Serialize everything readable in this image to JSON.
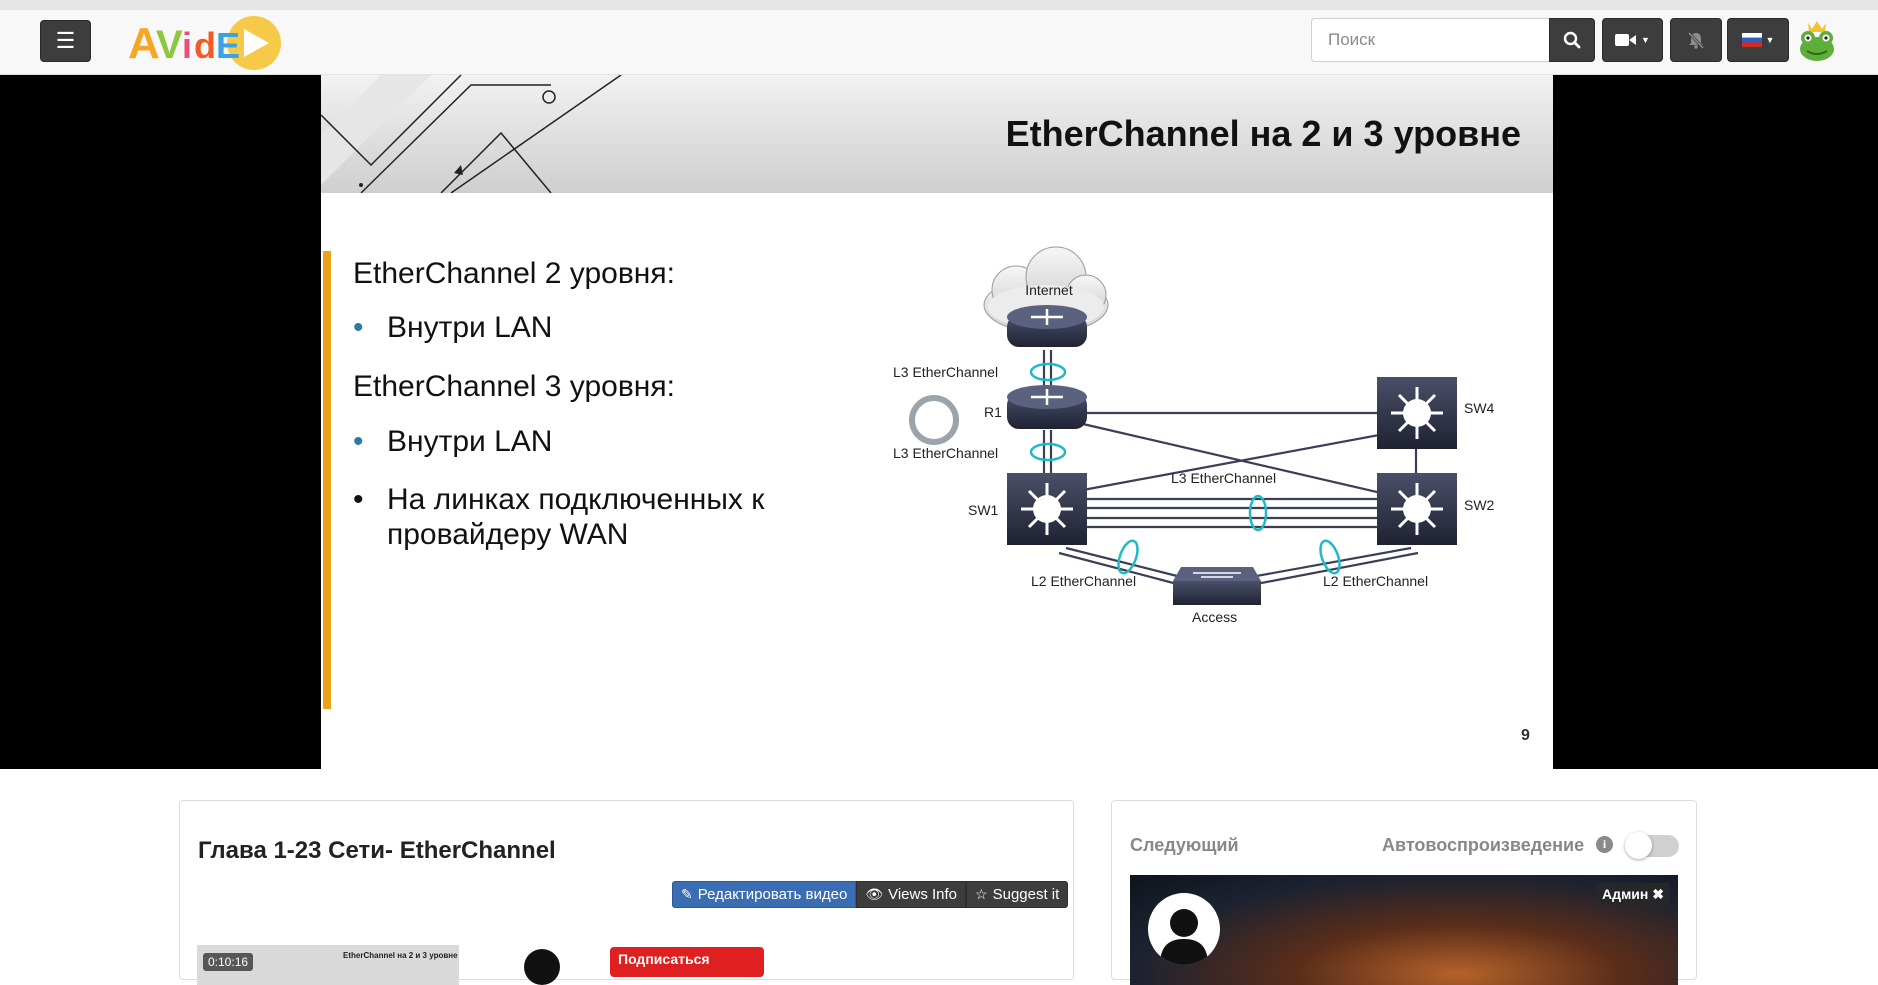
{
  "navbar": {
    "menu_icon": "hamburger-icon",
    "logo_text": "AVidE",
    "search": {
      "placeholder": "Поиск",
      "value": ""
    },
    "search_icon": "search-icon",
    "camera_icon": "video-camera-icon",
    "bell_icon": "bell-slash-icon",
    "language_flag": "russia-flag-icon",
    "profile_icon": "frog-avatar-icon"
  },
  "slide": {
    "title": "EtherChannel на 2 и 3 уровне",
    "l2_heading": "EtherChannel 2 уровня:",
    "l2_bullet": "Внутри LAN",
    "l3_heading": "EtherChannel 3 уровня:",
    "l3_bullet_1": "Внутри LAN",
    "l3_bullet_2_line1": "На линках подключенных к",
    "l3_bullet_2_line2": "провайдеру WAN",
    "page_number": "9",
    "diagram": {
      "internet": "Internet",
      "l3_top": "L3 EtherChannel",
      "r1": "R1",
      "l3_mid": "L3 EtherChannel",
      "sw4": "SW4",
      "l3_center": "L3 EtherChannel",
      "sw1": "SW1",
      "sw2": "SW2",
      "l2_left": "L2 EtherChannel",
      "l2_right": "L2 EtherChannel",
      "access": "Access"
    }
  },
  "video": {
    "title": "Глава 1-23 Сети- EtherChannel",
    "edit_label": "Редактировать видео",
    "views_label": "Views Info",
    "suggest_label": "Suggest it",
    "thumb_time": "0:10:16",
    "thumb_title": "EtherChannel на 2 и 3 уровне",
    "subscribe_label": "Подписаться"
  },
  "next": {
    "label": "Следующий",
    "autoplay_label": "Автовоспроизведение",
    "autoplay_on": false,
    "badge": "Админ"
  },
  "colors": {
    "accent_bar": "#e8a317",
    "edit_button": "#3a6db1",
    "subscribe": "#e02020",
    "channel_ring": "#1fb9c7"
  }
}
